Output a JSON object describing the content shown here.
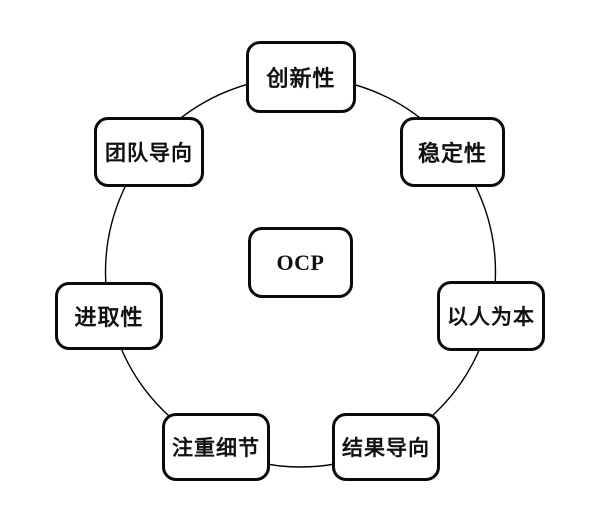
{
  "diagram": {
    "title_semantic": "OCP organizational culture profile circle diagram",
    "center_node": {
      "label": "OCP"
    },
    "outer_nodes": [
      {
        "id": "innovation",
        "label": "创新性"
      },
      {
        "id": "stability",
        "label": "稳定性"
      },
      {
        "id": "people-oriented",
        "label": "以人为本"
      },
      {
        "id": "result-oriented",
        "label": "结果导向"
      },
      {
        "id": "attention-to-detail",
        "label": "注重细节"
      },
      {
        "id": "aggressiveness",
        "label": "进取性"
      },
      {
        "id": "team-orientation",
        "label": "团队导向"
      }
    ],
    "colors": {
      "background": "#ffffff",
      "node_fill": "#ffffff",
      "node_border": "#0a0a0a",
      "connector": "#000000"
    }
  }
}
